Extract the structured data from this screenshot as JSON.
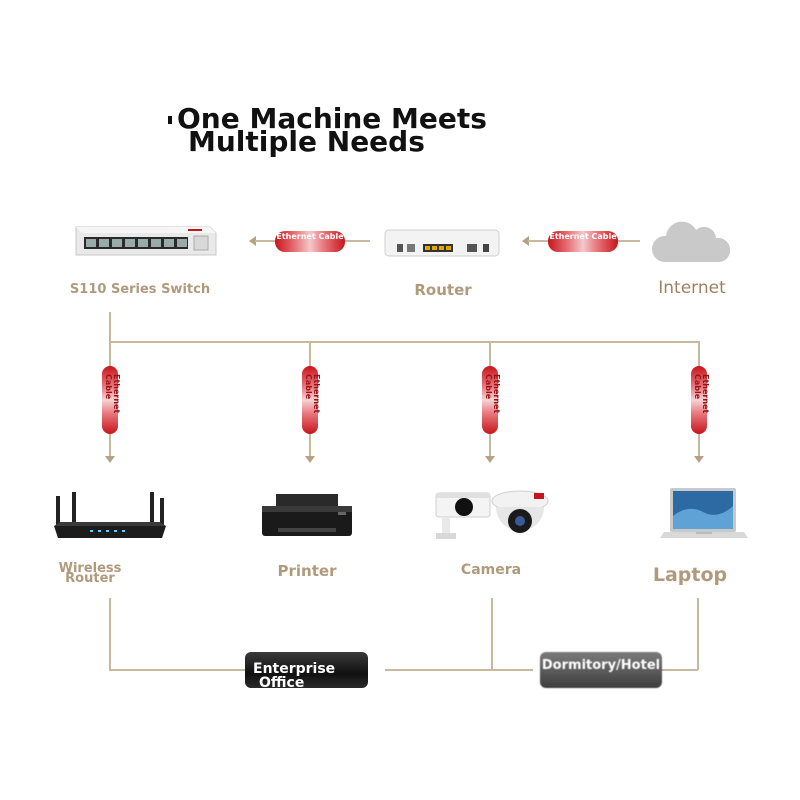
{
  "title": {
    "line1": "One Machine Meets",
    "line2": "Multiple Needs"
  },
  "top_row": {
    "switch": {
      "label": "S110 Series Switch"
    },
    "router": {
      "label": "Router"
    },
    "internet": {
      "label": "Internet"
    },
    "cables": [
      {
        "label": "Ethernet Cable"
      },
      {
        "label": "Ethernet Cable"
      }
    ]
  },
  "devices": [
    {
      "label_line1": "Wireless",
      "label_line2": "Router",
      "cable": "Ethernet Cable"
    },
    {
      "label_line1": "Printer",
      "label_line2": "",
      "cable": "Ethernet Cable"
    },
    {
      "label_line1": "Camera",
      "label_line2": "",
      "cable": "Ethernet Cable"
    },
    {
      "label_line1": "Laptop",
      "label_line2": "",
      "cable": "Ethernet Cable"
    }
  ],
  "scenarios": [
    {
      "line1": "Enterprise",
      "line2": "Office"
    },
    {
      "line1": "Dormitory/Hotel",
      "line2": ""
    }
  ],
  "colors": {
    "label": "#b09a7c",
    "line": "#c9b79e",
    "cable": "#c7151b"
  }
}
